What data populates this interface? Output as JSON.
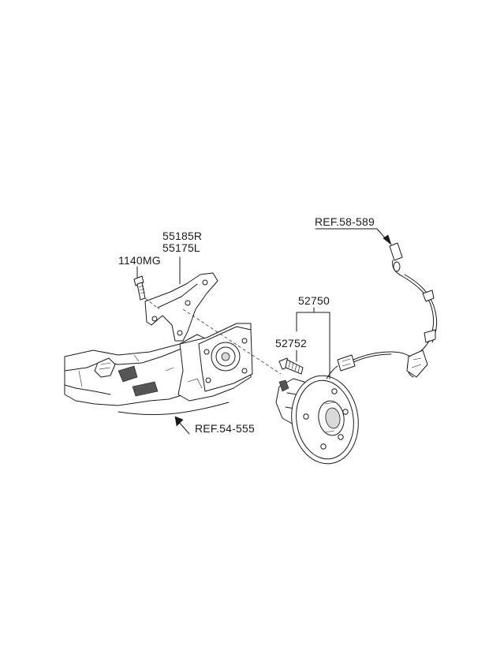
{
  "diagram": {
    "labels": {
      "bracket_r": "55185R",
      "bracket_l": "55175L",
      "bolt": "1140MG",
      "hub_assembly": "52750",
      "hub_bolt": "52752",
      "ref_sensor": "REF.58-589",
      "ref_axle": "REF.54-555"
    }
  }
}
